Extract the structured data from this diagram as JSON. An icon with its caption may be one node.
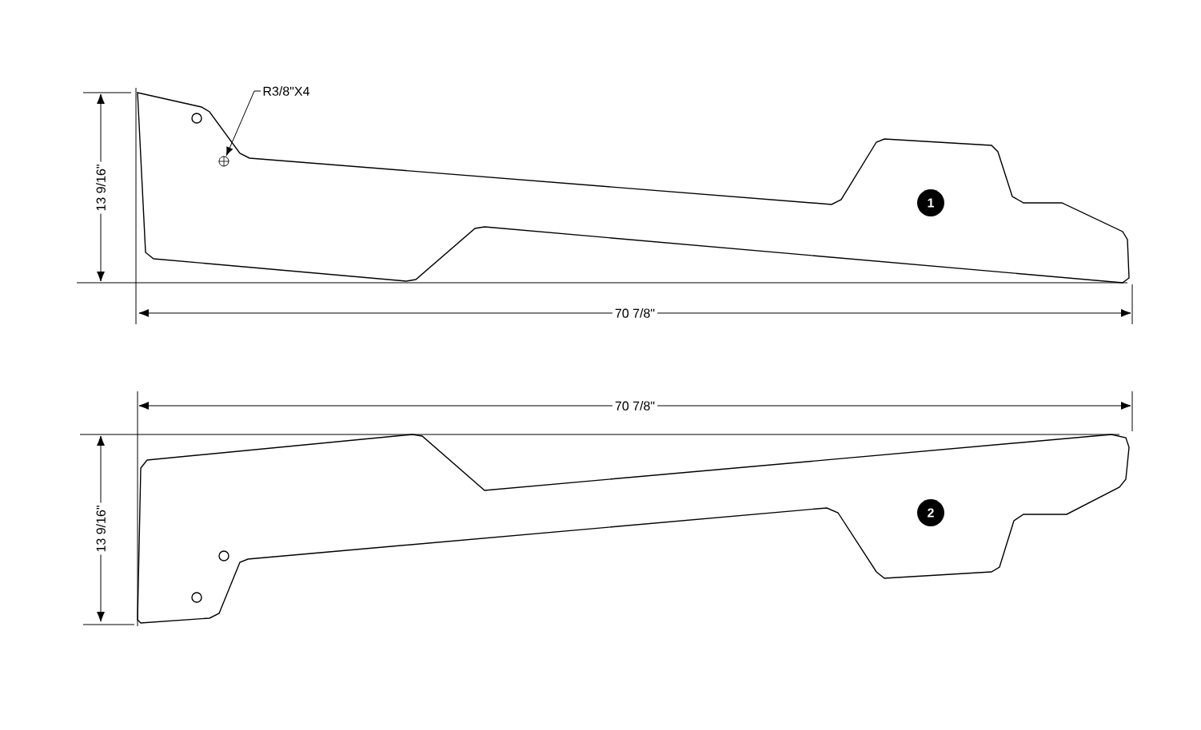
{
  "diagram": {
    "nodes": [
      {
        "text": [
          "R3/8\"X4"
        ]
      },
      {
        "text": [],
        "shape": "circle"
      },
      {
        "text": [
          "1"
        ]
      },
      {
        "text": [
          "2"
        ]
      }
    ],
    "edges": [
      {
        "from": 0,
        "to": 1,
        "arrow": "to"
      }
    ],
    "labels": [
      "13 9/16\"",
      "70 7/8\"",
      "70 7/8\"",
      "13 9/16\""
    ]
  }
}
